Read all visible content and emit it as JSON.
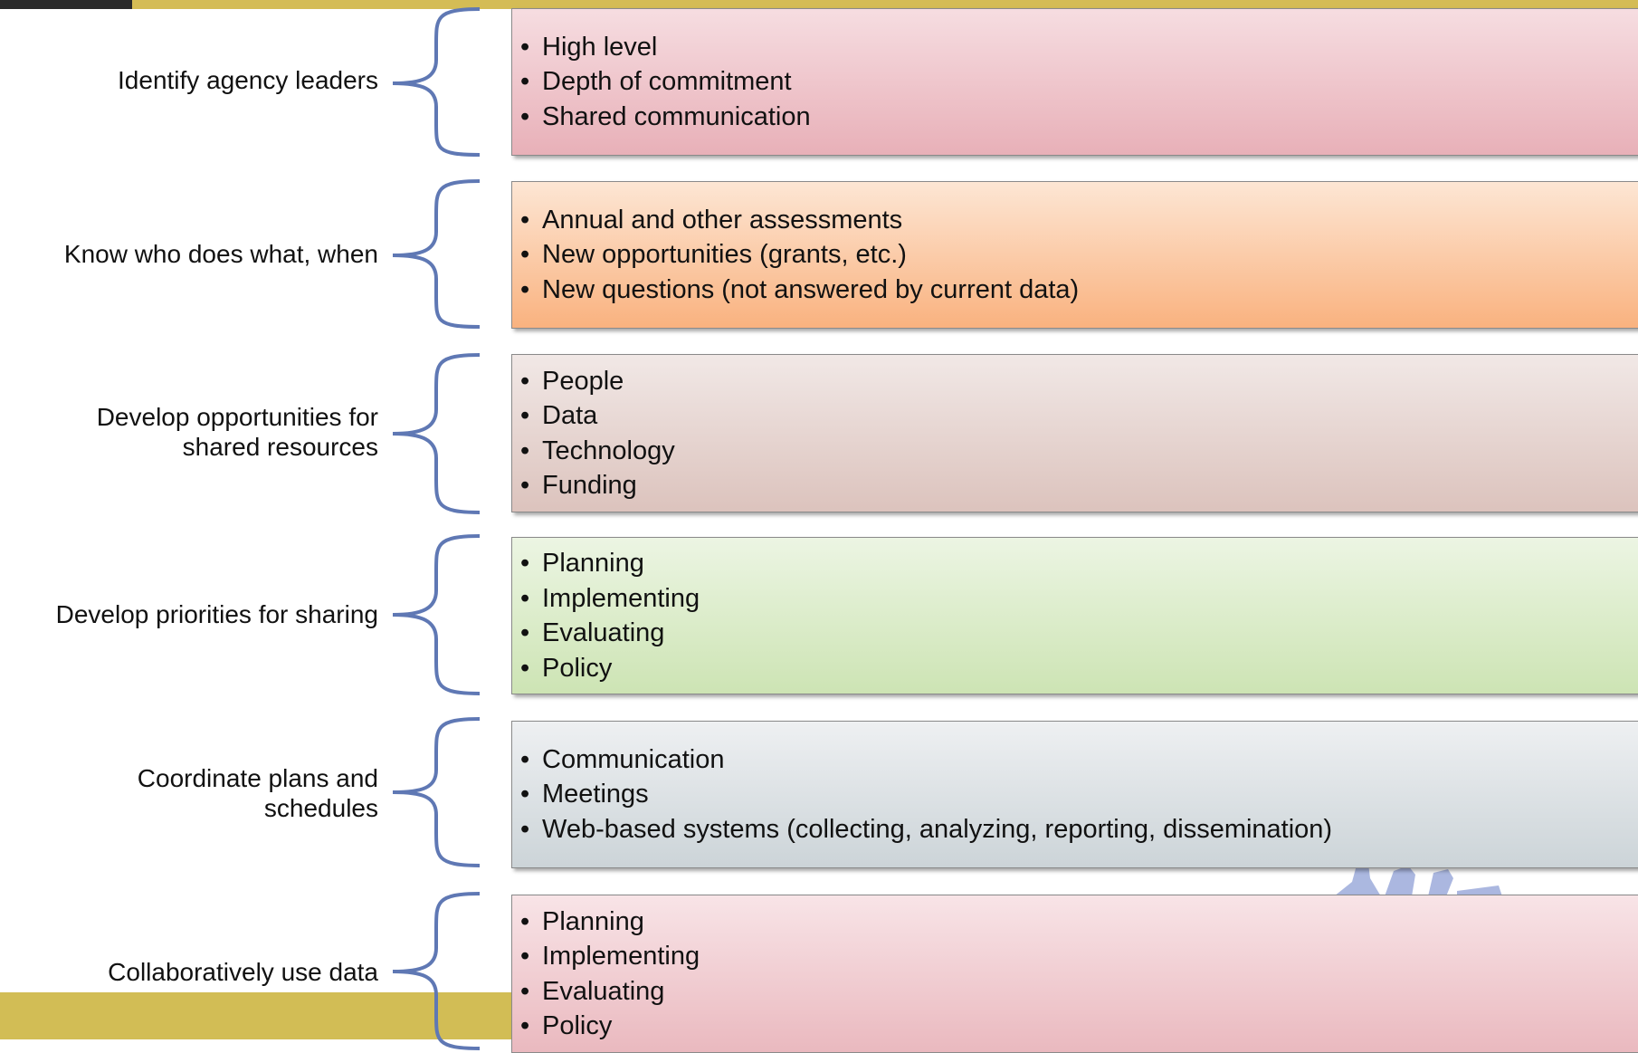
{
  "colors": {
    "accent_bar": "#d4bc55",
    "brace_stroke": "#5f78b4",
    "box_border": "#8a8a8a"
  },
  "rows": [
    {
      "label": "Identify agency leaders",
      "items": [
        "High level",
        "Depth of commitment",
        "Shared communication"
      ],
      "color": "#eab5bd"
    },
    {
      "label": "Know who does what, when",
      "items": [
        "Annual and other assessments",
        "New opportunities (grants, etc.)",
        "New questions (not answered by current data)"
      ],
      "color": "#f9b27f"
    },
    {
      "label_lines": [
        "Develop opportunities for",
        "shared resources"
      ],
      "items": [
        "People",
        "Data",
        "Technology",
        "Funding"
      ],
      "color": "#dcc3bd"
    },
    {
      "label": "Develop priorities for sharing",
      "items": [
        "Planning",
        "Implementing",
        "Evaluating",
        "Policy"
      ],
      "color": "#cde4b4"
    },
    {
      "label_lines": [
        "Coordinate plans and",
        "schedules"
      ],
      "items": [
        "Communication",
        "Meetings",
        "Web-based systems (collecting, analyzing, reporting, dissemination)"
      ],
      "color": "#ccd4d8"
    },
    {
      "label": "Collaboratively use data",
      "items": [
        "Planning",
        "Implementing",
        "Evaluating",
        "Policy"
      ],
      "color": "#eab9bf"
    }
  ]
}
